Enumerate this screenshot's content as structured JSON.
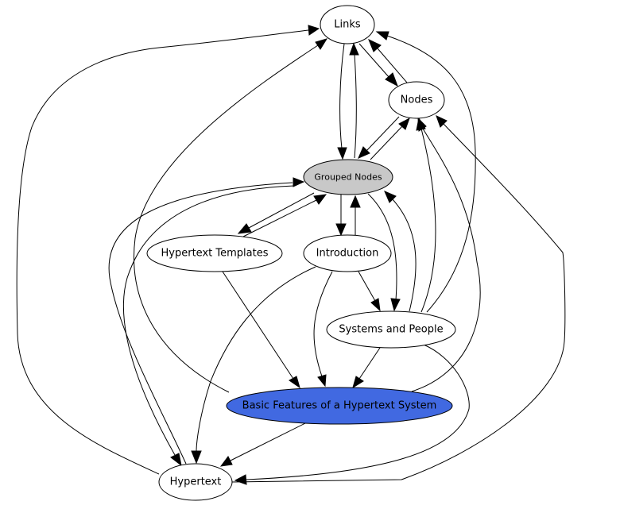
{
  "colors": {
    "default_fill": "#ffffff",
    "grouped_fill": "#c8c8c8",
    "basic_fill": "#4169e1",
    "stroke": "#000000"
  },
  "nodes": {
    "links": {
      "label": "Links"
    },
    "nodes": {
      "label": "Nodes"
    },
    "grouped": {
      "label": "Grouped Nodes"
    },
    "templates": {
      "label": "Hypertext Templates"
    },
    "introduction": {
      "label": "Introduction"
    },
    "systems": {
      "label": "Systems and People"
    },
    "basic": {
      "label": "Basic Features of a Hypertext System"
    },
    "hypertext": {
      "label": "Hypertext"
    }
  },
  "edges": [
    {
      "from": "Links",
      "to": "Nodes"
    },
    {
      "from": "Nodes",
      "to": "Links"
    },
    {
      "from": "Links",
      "to": "Grouped Nodes"
    },
    {
      "from": "Grouped Nodes",
      "to": "Links"
    },
    {
      "from": "Nodes",
      "to": "Grouped Nodes"
    },
    {
      "from": "Grouped Nodes",
      "to": "Nodes"
    },
    {
      "from": "Grouped Nodes",
      "to": "Hypertext Templates"
    },
    {
      "from": "Hypertext Templates",
      "to": "Grouped Nodes"
    },
    {
      "from": "Grouped Nodes",
      "to": "Introduction"
    },
    {
      "from": "Introduction",
      "to": "Grouped Nodes"
    },
    {
      "from": "Grouped Nodes",
      "to": "Systems and People"
    },
    {
      "from": "Systems and People",
      "to": "Grouped Nodes"
    },
    {
      "from": "Grouped Nodes",
      "to": "Hypertext"
    },
    {
      "from": "Hypertext",
      "to": "Grouped Nodes"
    },
    {
      "from": "Introduction",
      "to": "Systems and People"
    },
    {
      "from": "Introduction",
      "to": "Basic Features of a Hypertext System"
    },
    {
      "from": "Introduction",
      "to": "Hypertext"
    },
    {
      "from": "Hypertext Templates",
      "to": "Basic Features of a Hypertext System"
    },
    {
      "from": "Systems and People",
      "to": "Nodes"
    },
    {
      "from": "Systems and People",
      "to": "Links"
    },
    {
      "from": "Systems and People",
      "to": "Basic Features of a Hypertext System"
    },
    {
      "from": "Systems and People",
      "to": "Hypertext"
    },
    {
      "from": "Basic Features of a Hypertext System",
      "to": "Links"
    },
    {
      "from": "Basic Features of a Hypertext System",
      "to": "Nodes"
    },
    {
      "from": "Basic Features of a Hypertext System",
      "to": "Hypertext"
    },
    {
      "from": "Hypertext",
      "to": "Links"
    },
    {
      "from": "Hypertext",
      "to": "Nodes"
    }
  ]
}
